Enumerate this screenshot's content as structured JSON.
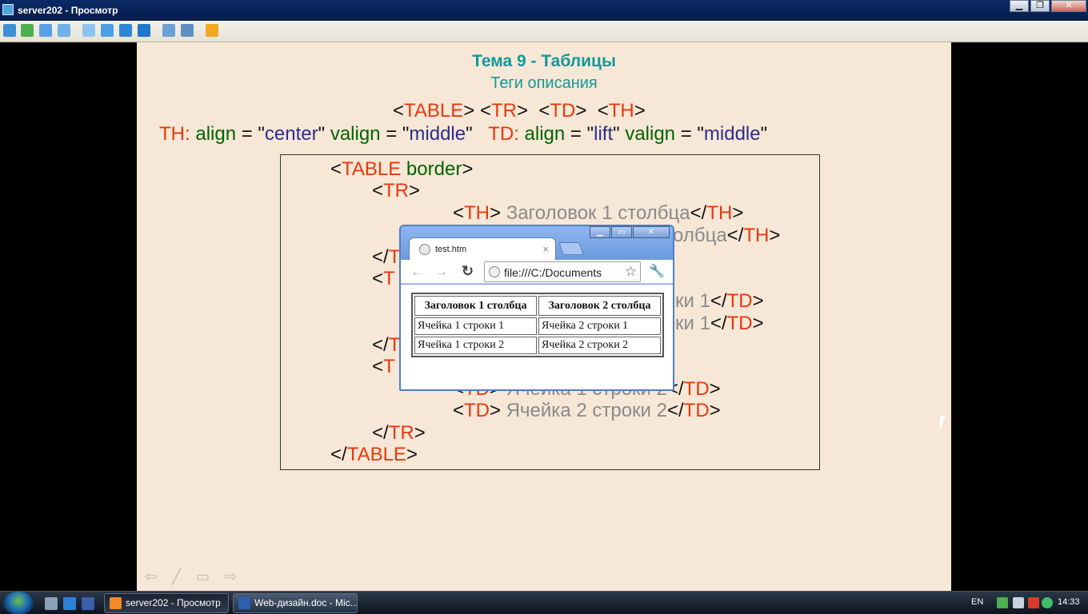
{
  "window": {
    "title": "server202 - Просмотр",
    "min_label": "▁",
    "max_label": "❐",
    "close_label": "✕"
  },
  "slide": {
    "title": "Тема 9 - Таблицы",
    "subtitle": "Теги описания",
    "tags_line": {
      "p1": "<",
      "t1": "TABLE",
      "p2": "> <",
      "t2": "TR",
      "p3": ">  <",
      "t3": "TD",
      "p4": ">  <",
      "t4": "TH",
      "p5": ">"
    },
    "attrs_line": {
      "th": "TH:",
      "align1": " align",
      "eq1": " = \"",
      "center": "center",
      "q1": "\" ",
      "valign1": "valign",
      "eq2": " = \"",
      "middle1": "middle",
      "q2": "\"   ",
      "td": "TD:",
      "align2": " align",
      "eq3": " = \"",
      "lift": "lift",
      "q3": "\" ",
      "valign2": "valign",
      "eq4": " = \"",
      "middle2": "middle",
      "q4": "\""
    },
    "code": {
      "l1_open": "<",
      "l1_tag": "TABLE",
      "l1_attr": " border",
      "l1_close": ">",
      "l2_open": "<",
      "l2_tag": "TR",
      "l2_close": ">",
      "l3_open": "<",
      "l3_tag": "TH",
      "l3_mid": "> ",
      "l3_text": "Заголовок 1 столбца",
      "l3_end_open": "</",
      "l3_end_tag": "TH",
      "l3_end_close": ">",
      "l4_text": "олбца",
      "l4_end_open": "</",
      "l4_end_tag": "TH",
      "l4_end_close": ">",
      "l5_open": "</",
      "l5_tag": "T",
      "l6_open": "<",
      "l6_tag": "T",
      "l7_text": "ки 1",
      "l7_end_open": "</",
      "l7_end_tag": "TD",
      "l7_end_close": ">",
      "l8_text": "ки 1",
      "l8_end_open": "</",
      "l8_end_tag": "TD",
      "l8_end_close": ">",
      "l9_open": "</",
      "l9_tag": "T",
      "l10_open": "<",
      "l10_tag": "T",
      "l11_open": "<",
      "l11_tag": "TD",
      "l11_mid": "> ",
      "l11_text": "Ячейка 1 строки 2",
      "l11_end_open": "</",
      "l11_end_tag": "TD",
      "l11_end_close": ">",
      "l12_open": "<",
      "l12_tag": "TD",
      "l12_mid": "> ",
      "l12_text": "Ячейка 2 строки 2",
      "l12_end_open": "</",
      "l12_end_tag": "TD",
      "l12_end_close": ">",
      "l13_open": "</",
      "l13_tag": "TR",
      "l13_close": ">",
      "l14_open": "</",
      "l14_tag": "TABLE",
      "l14_close": ">"
    },
    "nav": {
      "back": "⇦",
      "pen": "╱",
      "menu": "▭",
      "forward": "⇨"
    }
  },
  "browser": {
    "tab_title": "test.htm",
    "tab_close": "×",
    "min_label": "▁",
    "max_label": "▭",
    "close_label": "✕",
    "back": "←",
    "forward": "→",
    "reload": "↻",
    "url": "file:///C:/Documents",
    "star": "☆",
    "wrench": "🔧",
    "table": {
      "headers": [
        "Заголовок 1 столбца",
        "Заголовок 2 столбца"
      ],
      "rows": [
        [
          "Ячейка 1 строки 1",
          "Ячейка 2 строки 1"
        ],
        [
          "Ячейка 1 строки 2",
          "Ячейка 2 строки 2"
        ]
      ]
    }
  },
  "taskbar": {
    "tasks": [
      "server202 - Просмотр",
      "Web-дизайн.doc - Mic..."
    ],
    "lang": "EN",
    "time": "14:33"
  },
  "colors": {
    "slide_bg": "#f7e7d6",
    "title": "#129a9a",
    "tag_red": "#e8380e",
    "attr_green": "#006400",
    "value_navy": "#2b2e8c",
    "text_gray": "#8a8a8a"
  }
}
